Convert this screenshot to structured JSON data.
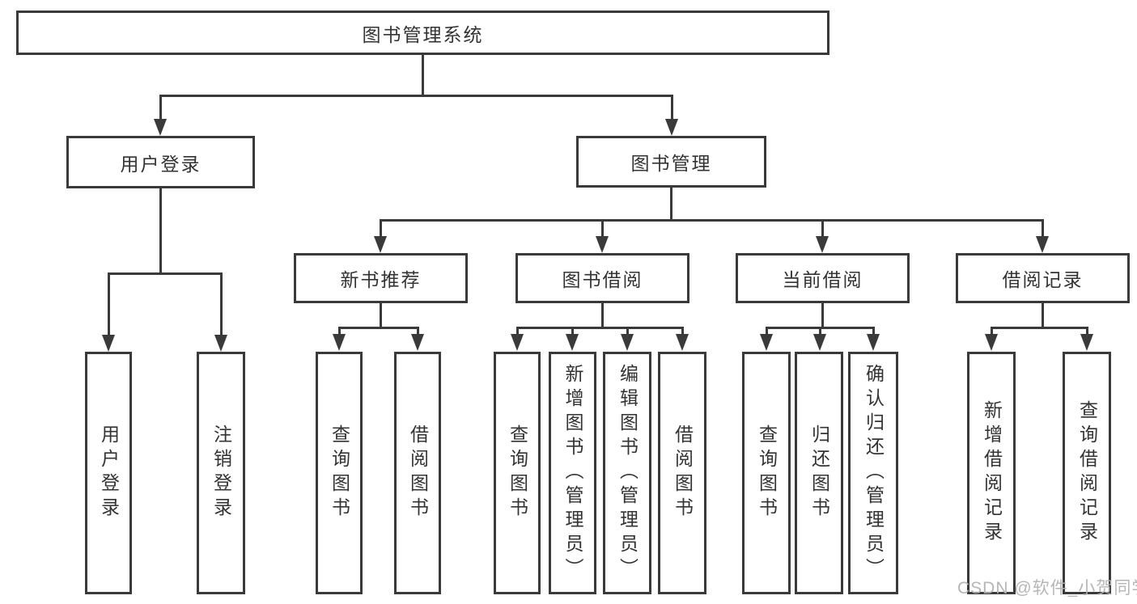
{
  "colors": {
    "line": "#3A3A3A",
    "text": "#333333",
    "box_background": "#FFFFFF",
    "watermark": "#B2B2B2"
  },
  "tree": {
    "root": {
      "label": "图书管理系统"
    },
    "branches": [
      {
        "label": "用户登录",
        "children": [
          {
            "label": "用户登录"
          },
          {
            "label": "注销登录"
          }
        ]
      },
      {
        "label": "图书管理",
        "children": [
          {
            "label": "新书推荐",
            "children": [
              {
                "label": "查询图书"
              },
              {
                "label": "借阅图书"
              }
            ]
          },
          {
            "label": "图书借阅",
            "children": [
              {
                "label": "查询图书"
              },
              {
                "label": "新增图书（管理员）"
              },
              {
                "label": "编辑图书（管理员）"
              },
              {
                "label": "借阅图书"
              }
            ]
          },
          {
            "label": "当前借阅",
            "children": [
              {
                "label": "查询图书"
              },
              {
                "label": "归还图书"
              },
              {
                "label": "确认归还（管理员）"
              }
            ]
          },
          {
            "label": "借阅记录",
            "children": [
              {
                "label": "新增借阅记录"
              },
              {
                "label": "查询借阅记录"
              }
            ]
          }
        ]
      }
    ]
  },
  "watermark": {
    "label": "CSDN @软件_小贺同学"
  }
}
